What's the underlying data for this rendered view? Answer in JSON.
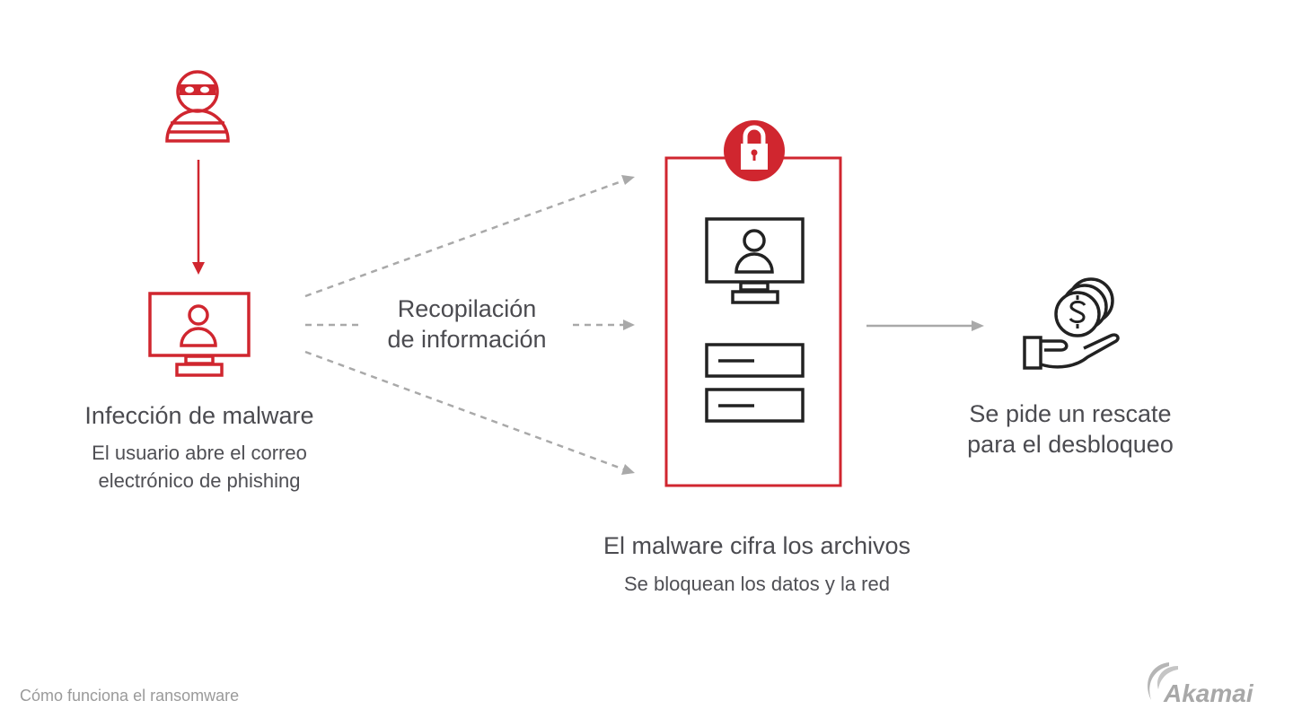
{
  "colors": {
    "accent": "#d0262f",
    "icon": "#222222",
    "arrow": "#a9a9a9",
    "text": "#4b4b50"
  },
  "step1": {
    "title": "Infección de malware",
    "subtitle_lines": [
      "El usuario abre el correo",
      "electrónico de phishing"
    ],
    "icons": [
      "thief-icon",
      "infected-computer-icon"
    ]
  },
  "step2": {
    "label_lines": [
      "Recopilación",
      "de información"
    ]
  },
  "step3": {
    "title": "El malware cifra los archivos",
    "subtitle": "Se bloquean los datos y la red",
    "icons": [
      "lock-icon",
      "computer-icon",
      "storage-icon"
    ]
  },
  "step4": {
    "label_lines": [
      "Se pide un rescate",
      "para el desbloqueo"
    ],
    "icons": [
      "ransom-hand-coins-icon"
    ]
  },
  "footer": {
    "caption": "Cómo funciona el ransomware",
    "logo_text": "Akamai"
  }
}
